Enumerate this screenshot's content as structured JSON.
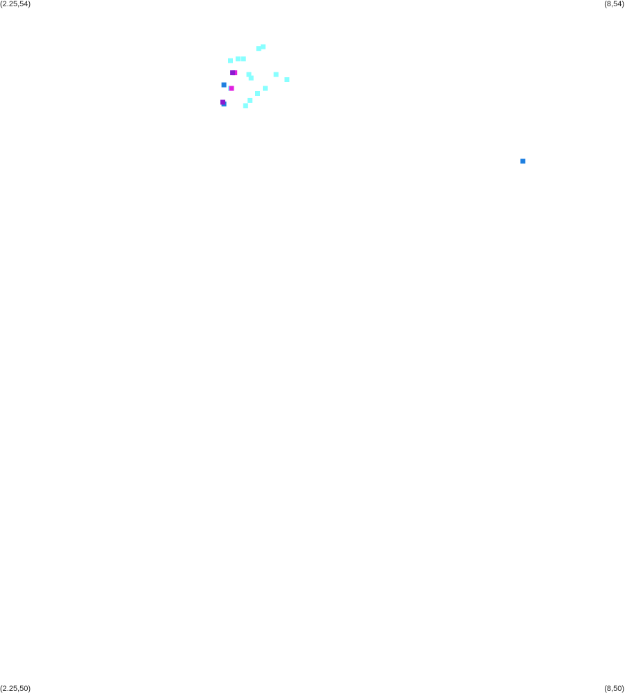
{
  "corner_labels": {
    "top_left": "(2.25,54)",
    "top_right": "(8,54)",
    "bottom_left": "(2.25,50)",
    "bottom_right": "(8,50)"
  },
  "chart_data": {
    "type": "scatter",
    "title": "",
    "xlabel": "",
    "ylabel": "",
    "xlim": [
      2.25,
      8
    ],
    "ylim": [
      50,
      54
    ],
    "grid": false,
    "legend": "none",
    "colors": {
      "cyan": "#88ffff",
      "blue": "#1e7fe0",
      "magenta": "#e020e0",
      "purple": "#8a1ad0"
    },
    "points": [
      {
        "x": 4.67,
        "y": 53.73,
        "color": "cyan"
      },
      {
        "x": 4.63,
        "y": 53.72,
        "color": "cyan"
      },
      {
        "x": 4.49,
        "y": 53.66,
        "color": "cyan"
      },
      {
        "x": 4.44,
        "y": 53.66,
        "color": "cyan"
      },
      {
        "x": 4.37,
        "y": 53.65,
        "color": "cyan"
      },
      {
        "x": 4.54,
        "y": 53.57,
        "color": "cyan"
      },
      {
        "x": 4.56,
        "y": 53.55,
        "color": "cyan"
      },
      {
        "x": 4.41,
        "y": 53.58,
        "color": "magenta"
      },
      {
        "x": 4.39,
        "y": 53.58,
        "color": "purple"
      },
      {
        "x": 4.79,
        "y": 53.57,
        "color": "cyan"
      },
      {
        "x": 4.89,
        "y": 53.54,
        "color": "cyan"
      },
      {
        "x": 4.31,
        "y": 53.51,
        "color": "blue"
      },
      {
        "x": 4.37,
        "y": 53.49,
        "color": "cyan"
      },
      {
        "x": 4.38,
        "y": 53.49,
        "color": "magenta"
      },
      {
        "x": 4.69,
        "y": 53.49,
        "color": "cyan"
      },
      {
        "x": 4.62,
        "y": 53.46,
        "color": "cyan"
      },
      {
        "x": 4.55,
        "y": 53.42,
        "color": "cyan"
      },
      {
        "x": 4.31,
        "y": 53.4,
        "color": "blue"
      },
      {
        "x": 4.3,
        "y": 53.41,
        "color": "purple"
      },
      {
        "x": 4.51,
        "y": 53.39,
        "color": "cyan"
      },
      {
        "x": 7.06,
        "y": 53.07,
        "color": "blue"
      }
    ]
  }
}
